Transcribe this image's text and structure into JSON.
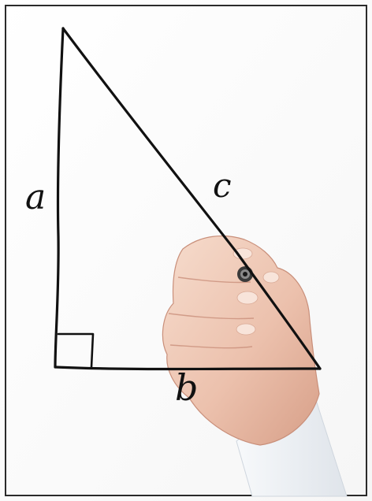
{
  "labels": {
    "side_a": "a",
    "side_b": "b",
    "side_c": "c"
  },
  "colors": {
    "ink": "#111111",
    "background": "#ffffff",
    "frame": "#2a2a2a",
    "skin_light": "#f1d2c2",
    "skin_mid": "#e2b39f",
    "skin_shadow": "#c98f7a",
    "sleeve": "#eef1f4"
  },
  "objects": {
    "figure": "right-triangle",
    "right_angle_marker": "square-corner",
    "hand": "hand-holding-marker",
    "marker_icon": "marker-pen-icon"
  }
}
